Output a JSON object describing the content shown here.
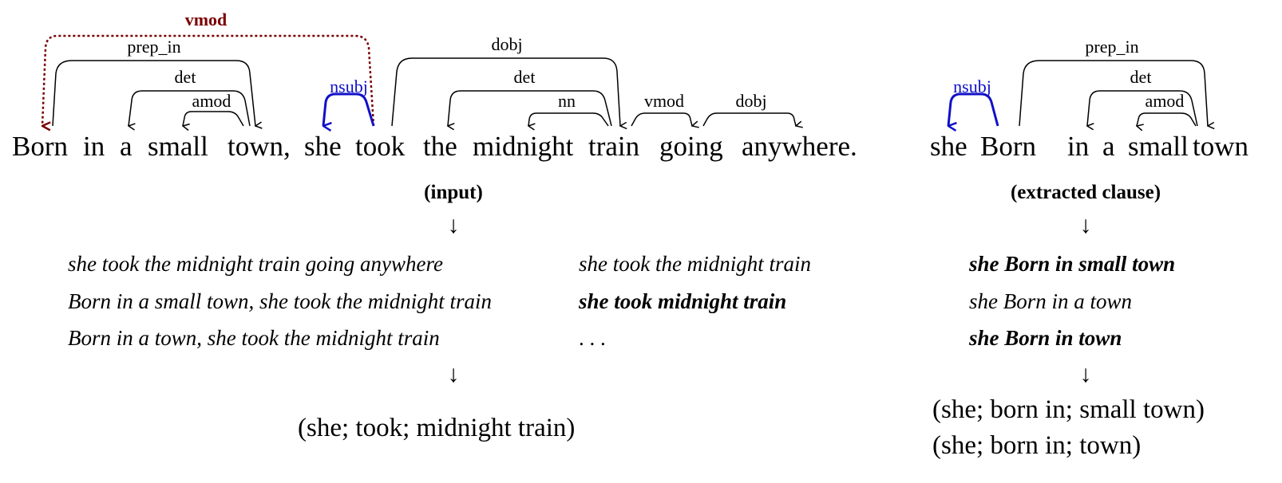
{
  "left": {
    "words": [
      "Born",
      "in",
      "a",
      "small",
      "town,",
      "she",
      "took",
      "the",
      "midnight",
      "train",
      "going",
      "anywhere."
    ],
    "arcs": {
      "vmod_top": "vmod",
      "prep_in": "prep_in",
      "det1": "det",
      "amod": "amod",
      "nsubj": "nsubj",
      "dobj1": "dobj",
      "det2": "det",
      "nn": "nn",
      "vmod2": "vmod",
      "dobj2": "dobj"
    },
    "caption": "(input)",
    "arrow": "↓",
    "candidates_col1": [
      "she took the midnight train going anywhere",
      "Born in a small town, she took the midnight train",
      "Born in a town, she took the midnight train"
    ],
    "candidates_col2": [
      {
        "text": "she took the midnight train",
        "bold": false
      },
      {
        "text": "she took midnight train",
        "bold": true
      },
      {
        "text": ". . .",
        "bold": false
      }
    ],
    "triples": [
      "(she; took; midnight train)"
    ]
  },
  "right": {
    "words": [
      "she",
      "Born",
      "in",
      "a",
      "small",
      "town"
    ],
    "arcs": {
      "nsubj": "nsubj",
      "prep_in": "prep_in",
      "det": "det",
      "amod": "amod"
    },
    "caption": "(extracted clause)",
    "arrow": "↓",
    "candidates": [
      {
        "text": "she Born in small town",
        "bold": true
      },
      {
        "text": "she Born in a town",
        "bold": false
      },
      {
        "text": "she Born in town",
        "bold": true
      }
    ],
    "triples": [
      "(she; born in; small town)",
      "(she; born in; town)"
    ]
  },
  "colors": {
    "nsubj": "#1010c8",
    "vmod": "#7a0000",
    "ink": "#000000"
  }
}
